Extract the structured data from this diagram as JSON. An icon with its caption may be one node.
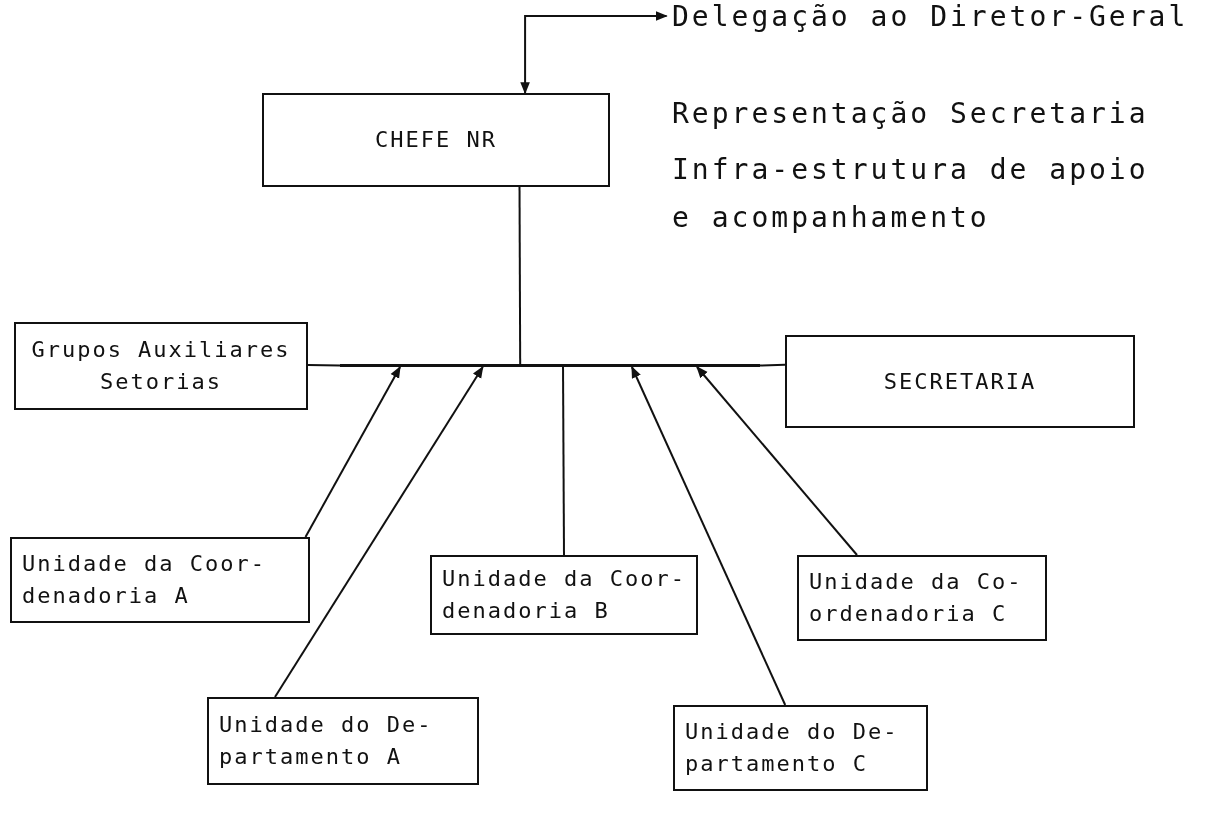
{
  "diagram": {
    "nodes": [
      {
        "text": [
          "Delegação ao Diretor-Geral"
        ]
      },
      {
        "text": [
          "CHEFE NR"
        ]
      },
      {
        "text": [],
        "shape": "bar"
      },
      {
        "text": [
          "Grupos Auxiliares Setorias"
        ]
      },
      {
        "text": [
          "SECRETARIA"
        ]
      },
      {
        "text": [
          "Unidade da Coor-denadoria A"
        ]
      },
      {
        "text": [
          "Unidade da Coor-denadoria B"
        ]
      },
      {
        "text": [
          "Unidade da Co-ordenadoria C"
        ]
      },
      {
        "text": [
          "Unidade do De-partamento A"
        ]
      },
      {
        "text": [
          "Unidade do De-partamento C"
        ]
      }
    ],
    "edges": [
      {
        "from": 1,
        "to": 0,
        "arrow": "both"
      },
      {
        "from": 1,
        "to": 2,
        "arrow": "none"
      },
      {
        "from": 3,
        "to": 2,
        "arrow": "none"
      },
      {
        "from": 2,
        "to": 4,
        "arrow": "none"
      },
      {
        "from": 5,
        "to": 2,
        "arrow": "to"
      },
      {
        "from": 8,
        "to": 2,
        "arrow": "to"
      },
      {
        "from": 6,
        "to": 2,
        "arrow": "none"
      },
      {
        "from": 9,
        "to": 2,
        "arrow": "to"
      },
      {
        "from": 7,
        "to": 2,
        "arrow": "to"
      }
    ],
    "labels": [
      "Representação Secretaria",
      "Infra-estrutura de apoio e acompanhamento"
    ]
  }
}
